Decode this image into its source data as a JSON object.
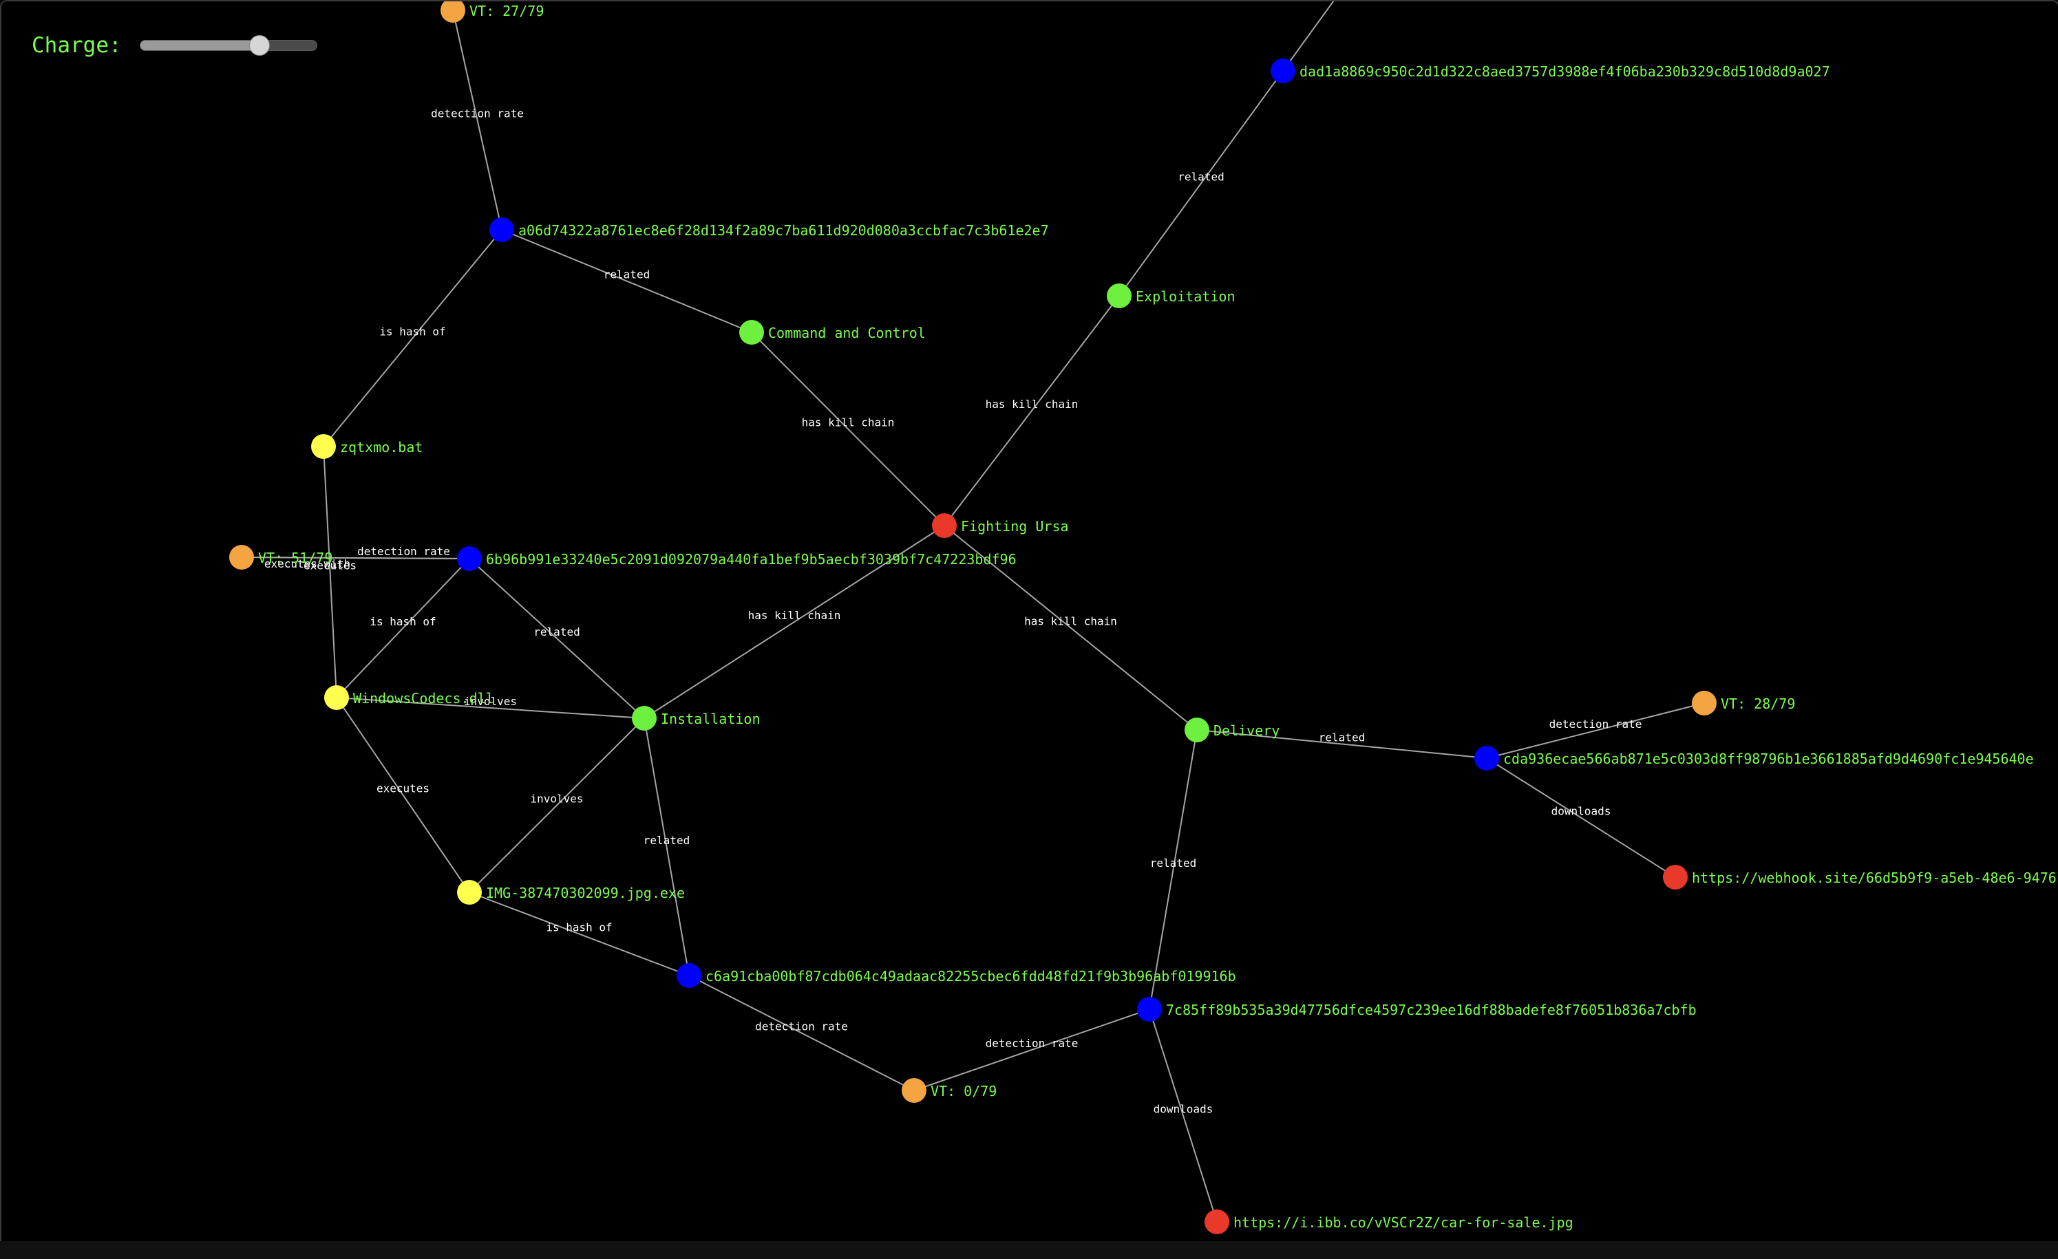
{
  "controls": {
    "charge_label": "Charge:",
    "charge_value": 0.7
  },
  "colors": {
    "hash": "#0000FF",
    "kill_chain": "#6EF03F",
    "threat_actor": "#E8392B",
    "file": "#FFFF4D",
    "detection": "#F5A442",
    "label_text": "#7CFC4F",
    "edge": "#A5A5A5"
  },
  "nodes": [
    {
      "id": "vt27",
      "label": "VT: 27/79",
      "type": "detection"
    },
    {
      "id": "h_a06d",
      "label": "a06d74322a8761ec8e6f28d134f2a89c7ba611d920d080a3ccbfac7c3b61e2e7",
      "type": "hash"
    },
    {
      "id": "cnc",
      "label": "Command and Control",
      "type": "kill_chain"
    },
    {
      "id": "h_dad1",
      "label": "dad1a8869c950c2d1d322c8aed3757d3988ef4f06ba230b329c8d510d8d9a027",
      "type": "hash"
    },
    {
      "id": "exploit",
      "label": "Exploitation",
      "type": "kill_chain"
    },
    {
      "id": "zqt",
      "label": "zqtxmo.bat",
      "type": "file"
    },
    {
      "id": "ursa",
      "label": "Fighting Ursa",
      "type": "threat_actor"
    },
    {
      "id": "vt51",
      "label": "VT: 51/79",
      "type": "detection"
    },
    {
      "id": "h_6b96",
      "label": "6b96b991e33240e5c2091d092079a440fa1bef9b5aecbf3039bf7c47223bdf96",
      "type": "hash"
    },
    {
      "id": "wcodecs",
      "label": "WindowsCodecs.dll",
      "type": "file"
    },
    {
      "id": "install",
      "label": "Installation",
      "type": "kill_chain"
    },
    {
      "id": "delivery",
      "label": "Delivery",
      "type": "kill_chain"
    },
    {
      "id": "vt28",
      "label": "VT: 28/79",
      "type": "detection"
    },
    {
      "id": "h_cda9",
      "label": "cda936ecae566ab871e5c0303d8ff98796b1e3661885afd9d4690fc1e945640e",
      "type": "hash"
    },
    {
      "id": "webhook",
      "label": "https://webhook.site/66d5b9f9-a5eb-48e6-9476",
      "type": "threat_actor"
    },
    {
      "id": "img",
      "label": "IMG-387470302099.jpg.exe",
      "type": "file"
    },
    {
      "id": "h_c6a9",
      "label": "c6a91cba00bf87cdb064c49adaac82255cbec6fdd48fd21f9b3b96abf019916b",
      "type": "hash"
    },
    {
      "id": "h_7c85",
      "label": "7c85ff89b535a39d47756dfce4597c239ee16df88badefe8f76051b836a7cbfb",
      "type": "hash"
    },
    {
      "id": "vt0",
      "label": "VT: 0/79",
      "type": "detection"
    },
    {
      "id": "ibb",
      "label": "https://i.ibb.co/vVSCr2Z/car-for-sale.jpg",
      "type": "threat_actor"
    }
  ],
  "edges": [
    {
      "source": "vt27",
      "target": "h_a06d",
      "label": "detection rate"
    },
    {
      "source": "h_a06d",
      "target": "cnc",
      "label": "related"
    },
    {
      "source": "h_a06d",
      "target": "zqt",
      "label": "is hash of"
    },
    {
      "source": "cnc",
      "target": "ursa",
      "label": "has kill chain"
    },
    {
      "source": "h_dad1",
      "target": "exploit",
      "label": "related"
    },
    {
      "source": "exploit",
      "target": "ursa",
      "label": "has kill chain"
    },
    {
      "source": "ursa",
      "target": "install",
      "label": "has kill chain"
    },
    {
      "source": "ursa",
      "target": "delivery",
      "label": "has kill chain"
    },
    {
      "source": "zqt",
      "target": "wcodecs",
      "label": "executes"
    },
    {
      "source": "vt51",
      "target": "h_6b96",
      "label": "detection rate"
    },
    {
      "source": "vt51",
      "target": "h_6b96",
      "label": "executes with"
    },
    {
      "source": "h_6b96",
      "target": "wcodecs",
      "label": "is hash of"
    },
    {
      "source": "h_6b96",
      "target": "install",
      "label": "related"
    },
    {
      "source": "wcodecs",
      "target": "install",
      "label": "involves"
    },
    {
      "source": "wcodecs",
      "target": "img",
      "label": "executes"
    },
    {
      "source": "img",
      "target": "install",
      "label": "involves"
    },
    {
      "source": "install",
      "target": "h_c6a9",
      "label": "related"
    },
    {
      "source": "img",
      "target": "h_c6a9",
      "label": "is hash of"
    },
    {
      "source": "h_c6a9",
      "target": "vt0",
      "label": "detection rate"
    },
    {
      "source": "vt0",
      "target": "h_7c85",
      "label": "detection rate"
    },
    {
      "source": "delivery",
      "target": "h_7c85",
      "label": "related"
    },
    {
      "source": "h_7c85",
      "target": "ibb",
      "label": "downloads"
    },
    {
      "source": "delivery",
      "target": "h_cda9",
      "label": "related"
    },
    {
      "source": "h_cda9",
      "target": "vt28",
      "label": "detection rate"
    },
    {
      "source": "h_cda9",
      "target": "webhook",
      "label": "downloads"
    }
  ]
}
